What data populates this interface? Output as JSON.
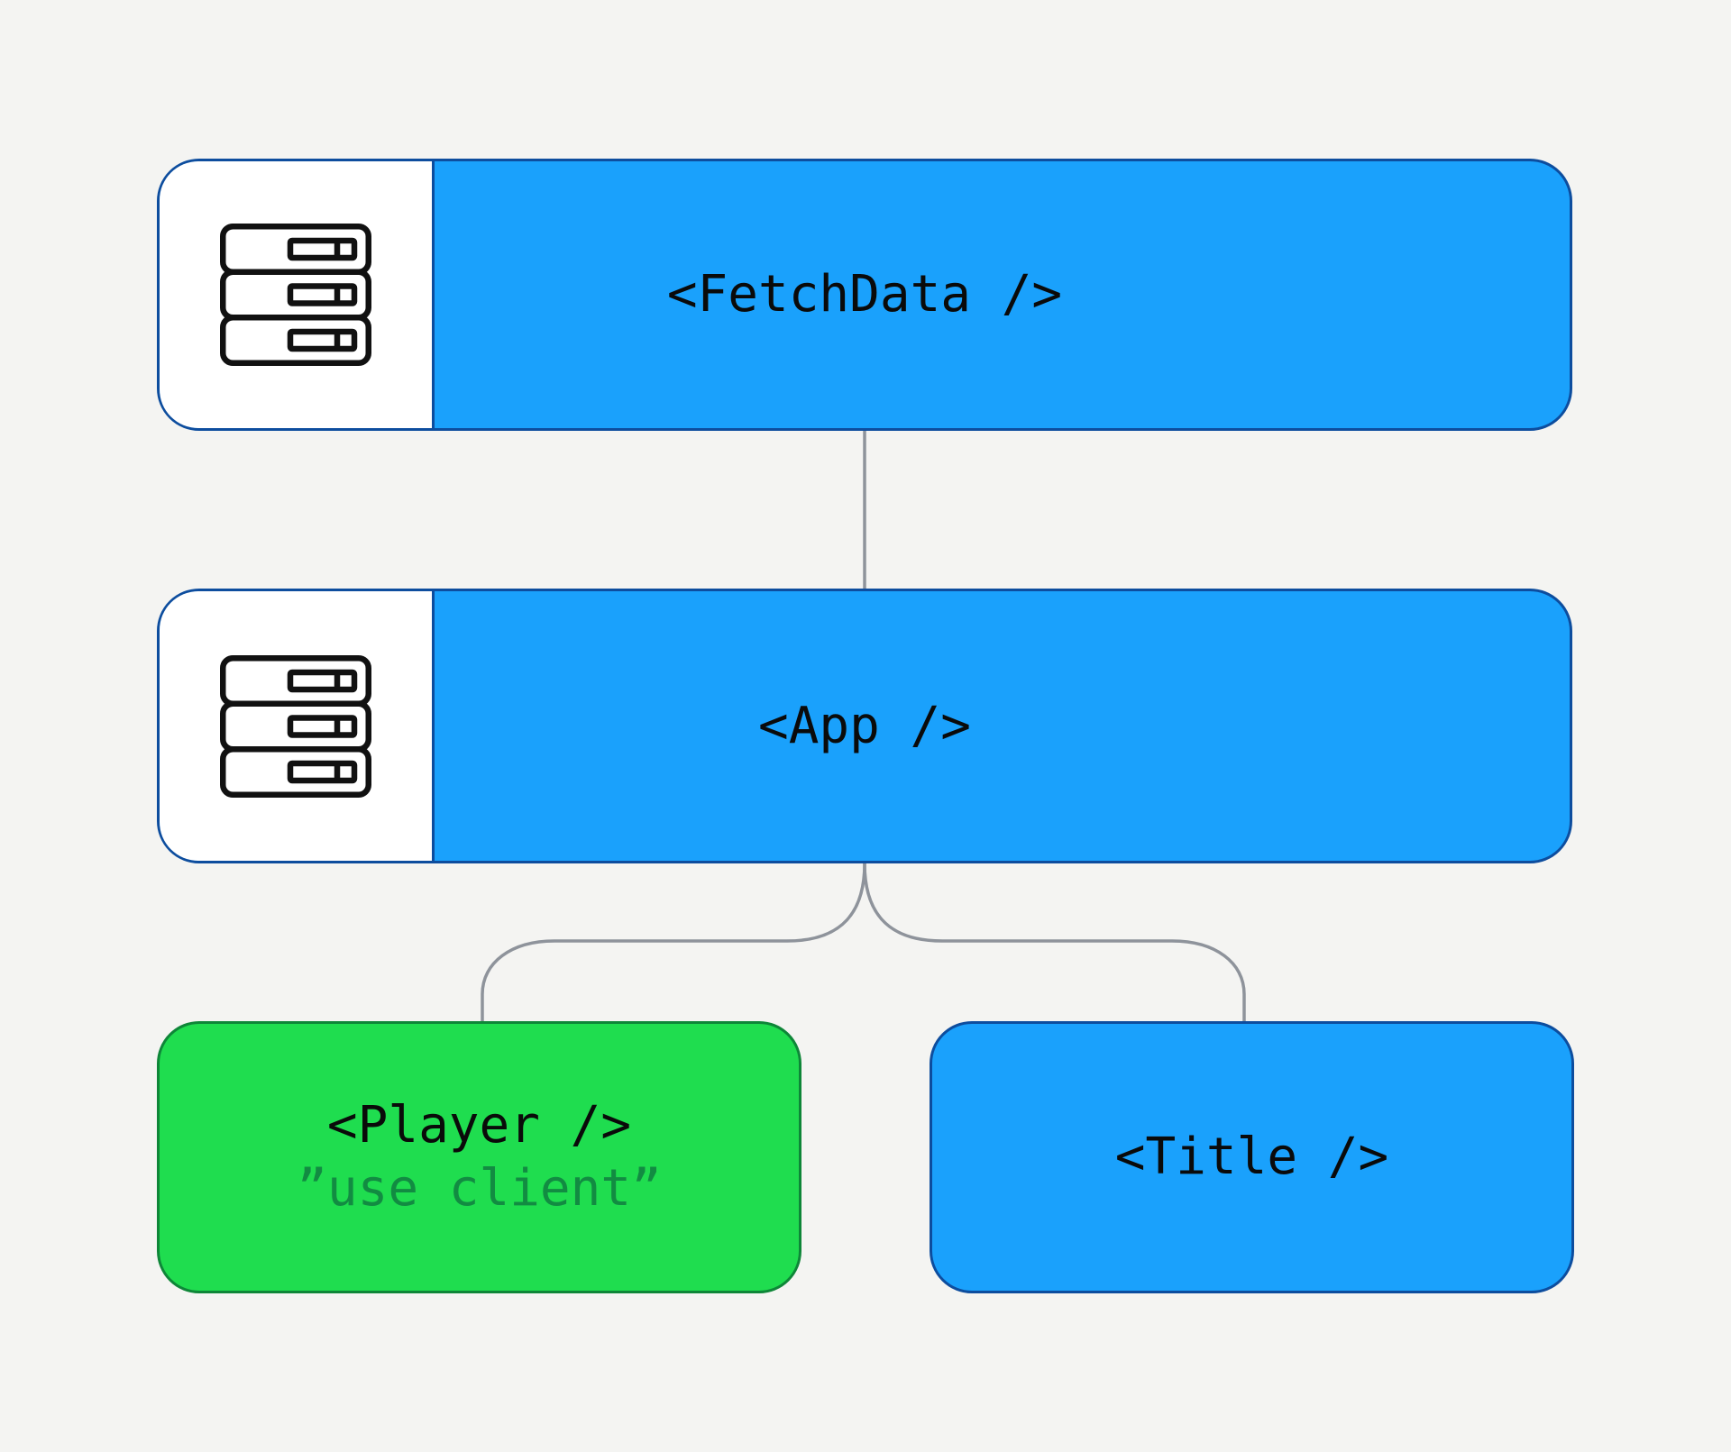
{
  "diagram": {
    "nodes": [
      {
        "id": "fetchdata",
        "label": "<FetchData />",
        "kind": "server",
        "icon": "server-rack-icon"
      },
      {
        "id": "app",
        "label": "<App />",
        "kind": "server",
        "icon": "server-rack-icon"
      },
      {
        "id": "player",
        "label": "<Player />",
        "sublabel": "”use client”",
        "kind": "client"
      },
      {
        "id": "title",
        "label": "<Title />",
        "kind": "server"
      }
    ],
    "edges": [
      {
        "from": "fetchdata",
        "to": "app"
      },
      {
        "from": "app",
        "to": "player"
      },
      {
        "from": "app",
        "to": "title"
      }
    ]
  },
  "theme": {
    "background": "#f4f4f2",
    "node_blue_fill": "#1aa1fc",
    "node_blue_border": "#0d4d9e",
    "node_green_fill": "#1fdd4f",
    "node_green_border": "#0e8638",
    "icon_panel_bg": "#ffffff",
    "icon_stroke": "#111111",
    "label_color": "#0a0a0a",
    "use_client_color": "#128b42",
    "connector_color": "#8e939b"
  }
}
